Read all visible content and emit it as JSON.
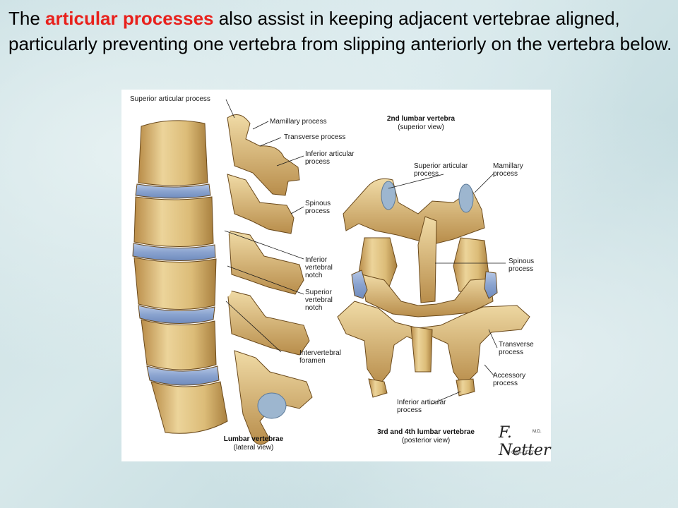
{
  "caption": {
    "prefix": "The ",
    "highlight": "articular processes",
    "suffix": " also assist in keeping adjacent vertebrae aligned, particularly preventing one vertebra from slipping anteriorly on the vertebra below.",
    "highlight_color": "#e8211c"
  },
  "figure": {
    "labels": {
      "superior_articular_process_l": "Superior articular process",
      "mamillary_process_l": "Mamillary process",
      "transverse_process_l": "Transverse process",
      "inferior_articular_process_l": "Inferior articular\nprocess",
      "spinous_process_l": "Spinous\nprocess",
      "inferior_vertebral_notch": "Inferior\nvertebral\nnotch",
      "superior_vertebral_notch": "Superior\nvertebral\nnotch",
      "intervertebral_foramen": "Intervertebral\nforamen",
      "superior_articular_process_r": "Superior articular\nprocess",
      "mamillary_process_r": "Mamillary\nprocess",
      "spinous_process_r": "Spinous\nprocess",
      "transverse_process_r": "Transverse\nprocess",
      "accessory_process": "Accessory\nprocess",
      "inferior_articular_process_r": "Inferior articular\nprocess"
    },
    "titles": {
      "lateral_title": "Lumbar vertebrae",
      "lateral_sub": "(lateral view)",
      "superior_title": "2nd lumbar vertebra",
      "superior_sub": "(superior view)",
      "posterior_title": "3rd and 4th lumbar vertebrae",
      "posterior_sub": "(posterior view)"
    },
    "signature": "F. Netter",
    "signature_sub": "M.D.",
    "copyright": "© CIBA-GEIGY"
  },
  "colors": {
    "bone": "#e3c98a",
    "bone_shadow": "#b58a45",
    "disc": "#8fa9d4"
  }
}
